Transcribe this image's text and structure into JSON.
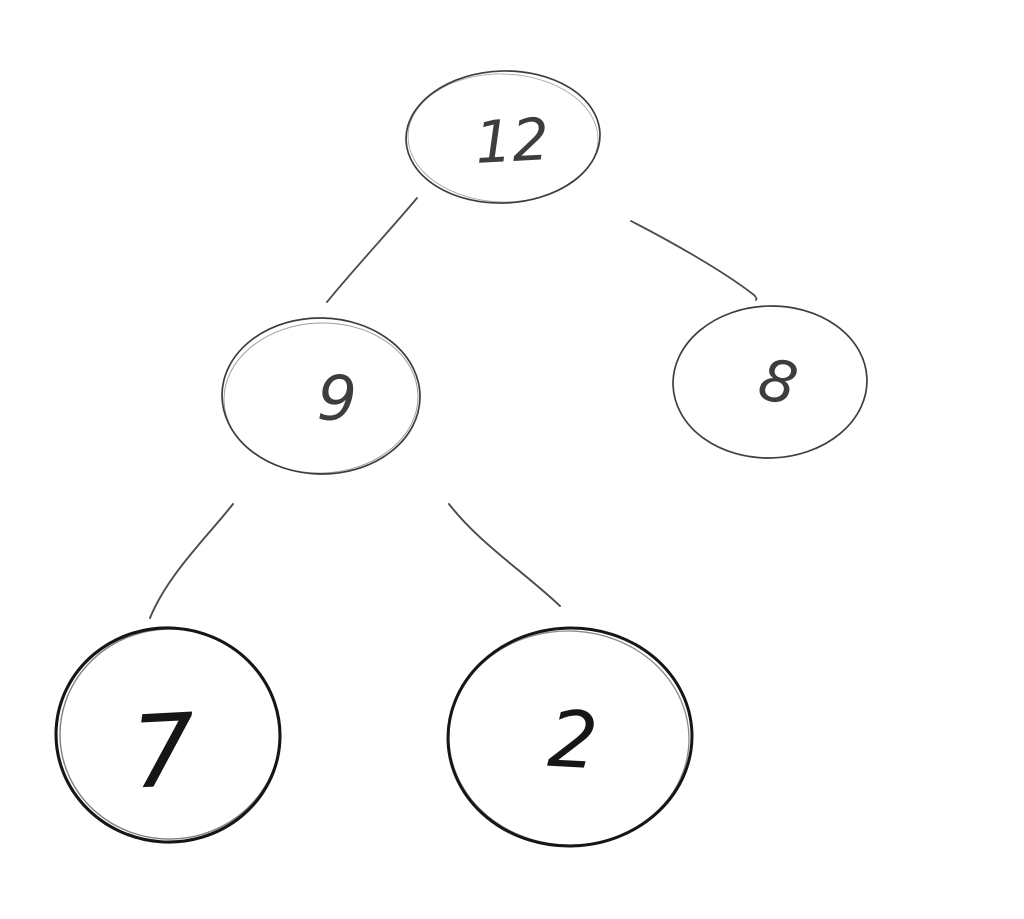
{
  "diagram": {
    "type": "binary-tree",
    "style": "hand-drawn-sketch",
    "background_color": "#ffffff",
    "ink_color": "#3d3d3d",
    "bold_ink_color": "#161616",
    "edge_color": "#4b4b4b",
    "nodes": {
      "root": {
        "label": "12"
      },
      "left": {
        "label": "9"
      },
      "right": {
        "label": "8"
      },
      "left_left": {
        "label": "7"
      },
      "left_right": {
        "label": "2"
      }
    },
    "edges": [
      {
        "from": "12",
        "to": "9"
      },
      {
        "from": "12",
        "to": "8"
      },
      {
        "from": "9",
        "to": "7"
      },
      {
        "from": "9",
        "to": "2"
      }
    ]
  }
}
